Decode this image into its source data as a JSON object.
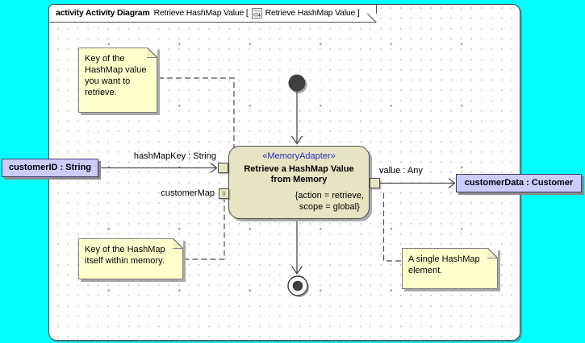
{
  "colors": {
    "canvas": "#00FFFF",
    "node_fill": "#E7E4C3",
    "note_fill": "#FFFFCC",
    "object_fill": "#CCCCFF",
    "stereotype_text": "#2A2AC4",
    "line": "#4A4A4A"
  },
  "frame": {
    "kind_label": "activity Activity Diagram",
    "diagram_name": "Retrieve HashMap Value [",
    "tab_suffix": "Retrieve HashMap Value ]"
  },
  "action": {
    "stereotype": "«MemoryAdapter»",
    "name": "Retrieve a HashMap Value from Memory",
    "constraints": "{action = retrieve,\nscope = global}"
  },
  "pins": {
    "input_label": "hashMapKey : String",
    "value_pin_label": "customerMap",
    "value_pin_glyph": "∨",
    "output_label": "value : Any"
  },
  "objects": {
    "input": "customerID : String",
    "output": "customerData : Customer"
  },
  "notes": [
    {
      "text": "Key of the\nHashMap value\nyou want to\nretrieve."
    },
    {
      "text": "Key of the HashMap\nitself within memory."
    },
    {
      "text": "A single HashMap\nelement."
    }
  ]
}
